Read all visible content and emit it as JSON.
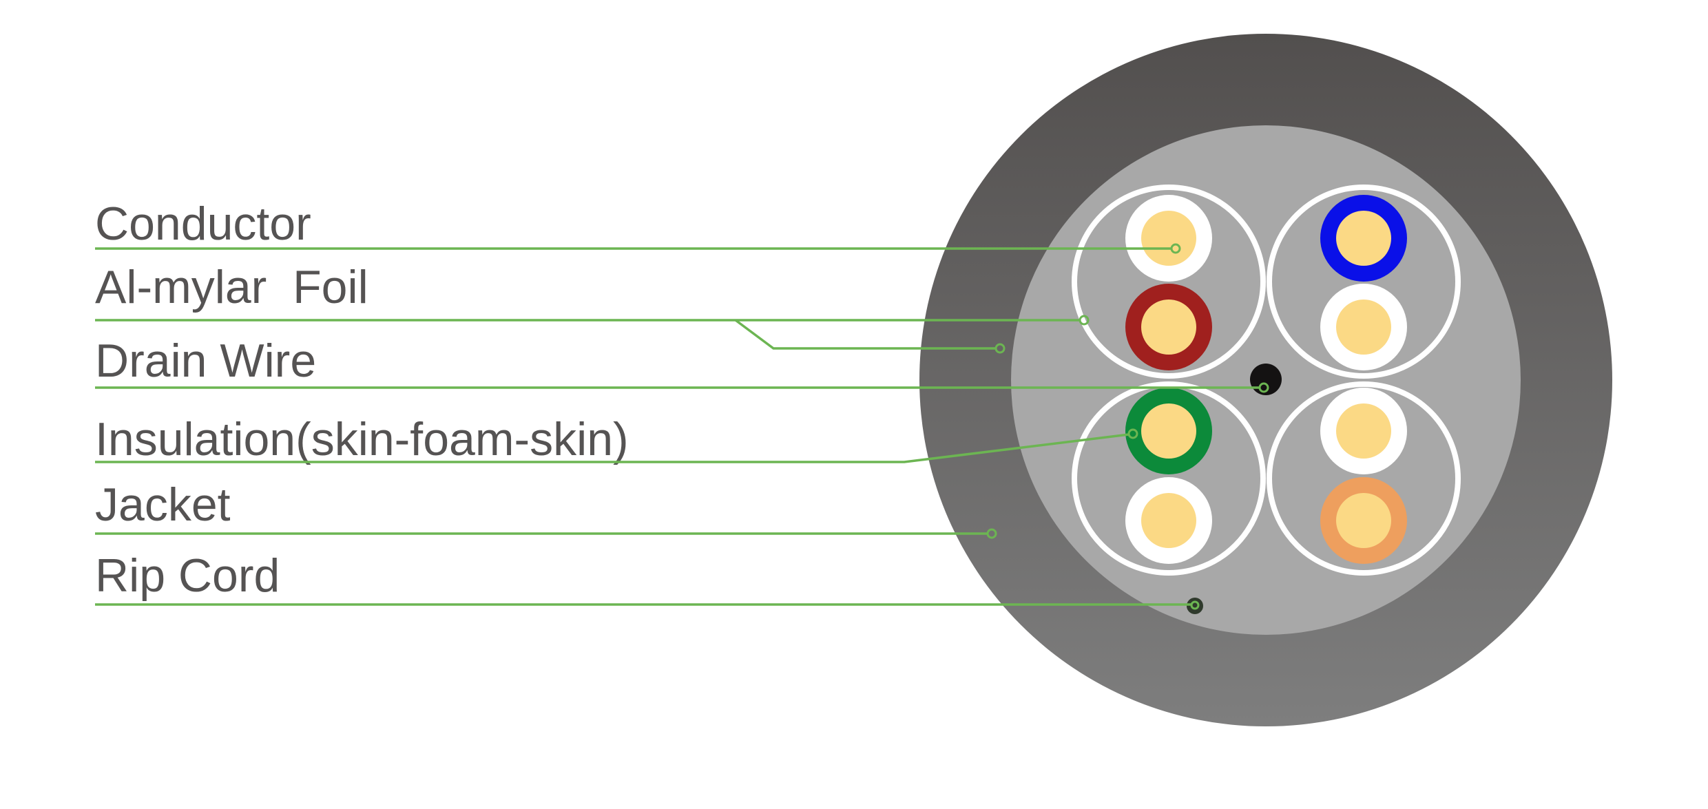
{
  "labels": {
    "conductor": "Conductor",
    "foil": "Al-mylar  Foil",
    "drain_wire": "Drain Wire",
    "insulation": "Insulation(skin-foam-skin)",
    "jacket": "Jacket",
    "rip_cord": "Rip Cord"
  },
  "colors": {
    "jacket_top": "#524f4e",
    "jacket_bottom": "#7e7e7e",
    "core": "#a8a8a8",
    "conductor": "#fbd985",
    "leader": "#6cb552",
    "pair_blue": "#0a10e8",
    "pair_white_blue": "#ffffff",
    "pair_brown": "#a0201e",
    "pair_white_brown": "#ffffff",
    "pair_green": "#0c8a3a",
    "pair_white_green": "#ffffff",
    "pair_white_orange": "#ffffff",
    "pair_orange": "#ee9f5e"
  }
}
